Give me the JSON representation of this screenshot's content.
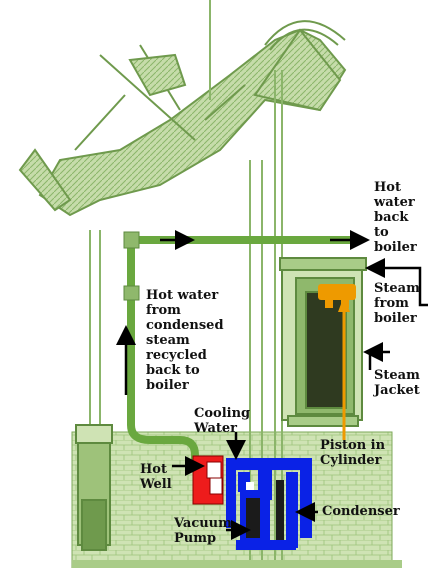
{
  "diagram": {
    "labels": {
      "hot_water_back_to_boiler": "Hot\nwater\nback\nto\nboiler",
      "hot_water_from_condensed": "Hot water\nfrom\ncondensed\nsteam\nrecycled\nback to\nboiler",
      "steam_from_boiler": "Steam\nfrom\nboiler",
      "steam_jacket": "Steam\nJacket",
      "cooling_water": "Cooling\nWater",
      "hot_well": "Hot\nWell",
      "piston_in_cylinder": "Piston in\nCylinder",
      "condenser": "Condenser",
      "vacuum_pump": "Vacuum\nPump"
    },
    "colors": {
      "engraving_green": "#9ec27a",
      "engraving_dark": "#6f9a4d",
      "hot_water_pipe": "#6aa83f",
      "hot_well": "#ee1c1c",
      "cold_water": "#0a22e6",
      "piston": "#ee9a00",
      "annotation_arrow": "#000000"
    }
  }
}
